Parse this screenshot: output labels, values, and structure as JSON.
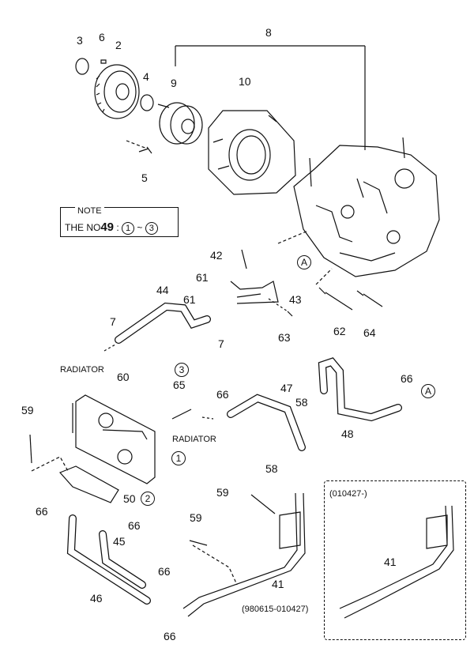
{
  "note": {
    "title": "NOTE",
    "text_prefix": "THE NO",
    "number": "49",
    "range_sep": ":",
    "from": "1",
    "tilde": "~",
    "to": "3"
  },
  "callouts": {
    "c2": "2",
    "c3": "3",
    "c4": "4",
    "c5": "5",
    "c6": "6",
    "c8": "8",
    "c9": "9",
    "c10": "10",
    "c42": "42",
    "c61a": "61",
    "c61b": "61",
    "c44": "44",
    "c43": "43",
    "c7a": "7",
    "c7b": "7",
    "c62": "62",
    "c63": "63",
    "c64": "64",
    "c60": "60",
    "c65": "65",
    "c59a": "59",
    "c66a": "66",
    "c66b": "66",
    "c66c": "66",
    "c66d": "66",
    "c66e": "66",
    "c66f": "66",
    "c47": "47",
    "c58a": "58",
    "c58b": "58",
    "c48": "48",
    "c50": "50",
    "c45": "45",
    "c46": "46",
    "c59b": "59",
    "c59c": "59",
    "c41a": "41",
    "c41b": "41"
  },
  "circled": {
    "ref_a1": "A",
    "ref_a2": "A",
    "sub_3": "3",
    "sub_1": "1",
    "sub_2": "2"
  },
  "labels": {
    "radiator_left": "RADIATOR",
    "radiator_right": "RADIATOR",
    "date_range_1": "(980615-010427)",
    "date_range_2": "(010427-)"
  }
}
